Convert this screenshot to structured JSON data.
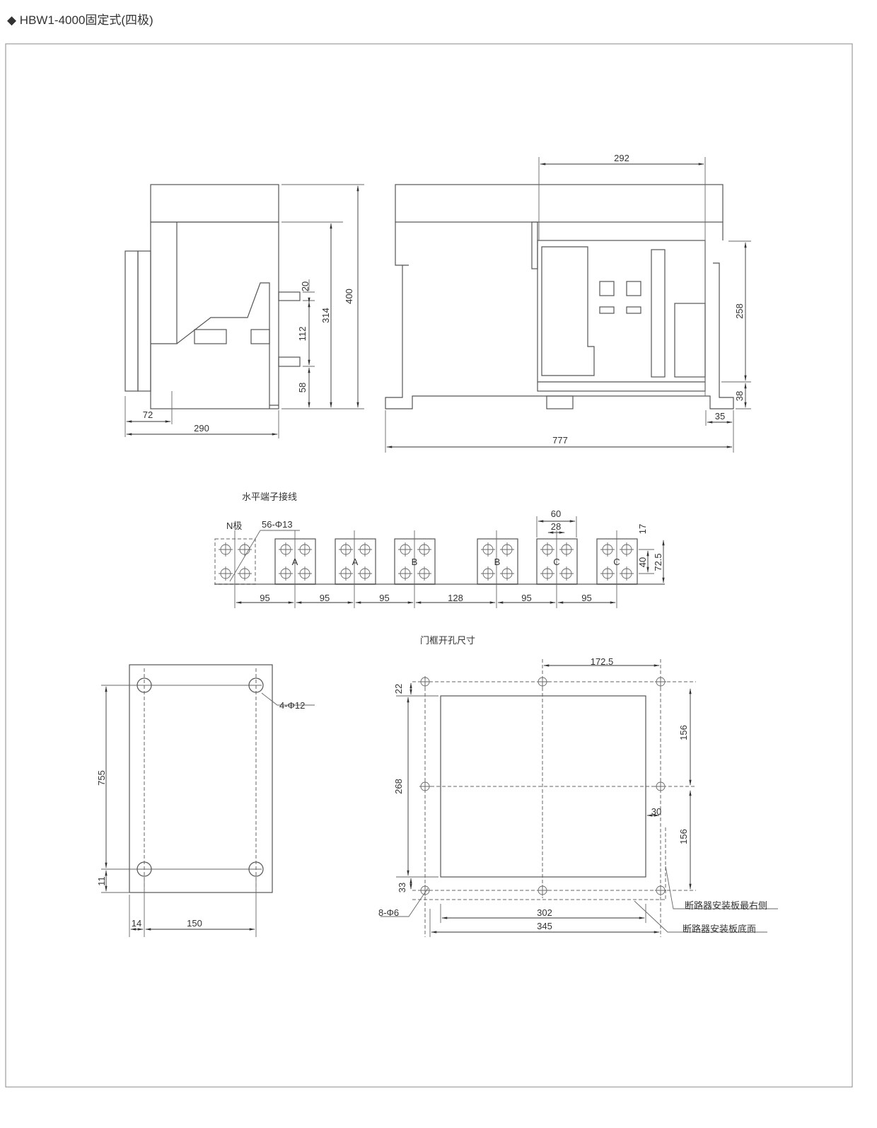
{
  "title": "HBW1-4000固定式(四极)",
  "side_view": {
    "d400": "400",
    "d314": "314",
    "d20": "20",
    "d112": "112",
    "d58": "58",
    "d72": "72",
    "d290": "290"
  },
  "front_view": {
    "d292": "292",
    "d258": "258",
    "d38": "38",
    "d35": "35",
    "d777": "777"
  },
  "terminals": {
    "heading": "水平端子接线",
    "n_pole": "N极",
    "holes": "56-Φ13",
    "phases": [
      "A",
      "A",
      "B",
      "B",
      "C",
      "C"
    ],
    "spacing": [
      "95",
      "95",
      "95",
      "128",
      "95",
      "95"
    ],
    "d60": "60",
    "d28": "28",
    "d17": "17",
    "d40": "40",
    "d72_5": "72.5"
  },
  "mount": {
    "holes": "4-Φ12",
    "d755": "755",
    "d11": "11",
    "d14": "14",
    "d150": "150"
  },
  "cutout": {
    "heading": "门框开孔尺寸",
    "d172_5": "172.5",
    "d22": "22",
    "d268": "268",
    "d33": "33",
    "d156a": "156",
    "d156b": "156",
    "d30": "30",
    "d302": "302",
    "d345": "345",
    "holes": "8-Φ6",
    "note_right": "断路器安装板最右侧",
    "note_bottom": "断路器安装板底面"
  }
}
